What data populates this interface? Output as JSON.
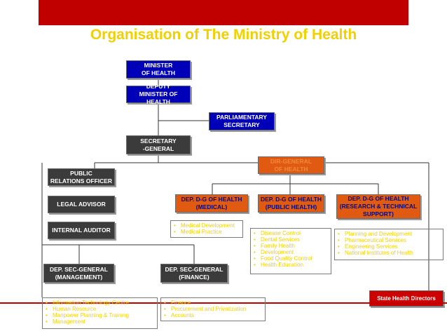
{
  "title": "Organisation of The Ministry of Health",
  "colors": {
    "banner": "#c00000",
    "title": "#f2d000",
    "blue_box": "#0000b8",
    "orange_box": "#e05a12",
    "gray_box": "#3b3b3b",
    "red_box": "#cc0000"
  },
  "boxes": {
    "minister": "MINISTER\nOF HEALTH",
    "deputy_minister": "DEPUTY\nMINISTER OF HEALTH",
    "parliamentary_secretary": "PARLIAMENTARY\nSECRETARY",
    "secretary_general": "SECRETARY\n-GENERAL",
    "dg_health": "DIR-GENERAL\nOF HEALTH",
    "public_relations": "PUBLIC\nRELATIONS OFFICER",
    "legal_advisor": "LEGAL ADVISOR",
    "internal_auditor": "INTERNAL AUDITOR",
    "ddg_medical": "DEP. D-G OF HEALTH\n(MEDICAL)",
    "ddg_public_health": "DEP. D-G OF HEALTH\n(PUBLIC HEALTH)",
    "ddg_research": "DEP. D-G OF HEALTH\n(RESEARCH & TECHNICAL\nSUPPORT)",
    "dsg_management": "DEP. SEC-GENERAL\n(MANAGEMENT)",
    "dsg_finance": "DEP. SEC-GENERAL\n(FINANCE)",
    "state_health_directors": "State Health Directors"
  },
  "lists": {
    "medical": [
      "Medical Development",
      "Medical Practice"
    ],
    "public_health": [
      "Disease Control",
      "Dental Services",
      "Family Health",
      "Development",
      "Food Quality Control",
      "Health Education"
    ],
    "research": [
      "Planning and Development",
      "Pharmaceutical Services",
      "Engineering Services",
      "National Institutes of Health"
    ],
    "management": [
      "Information Technology Centre",
      "Human Resource",
      "Manpower Planning & Training",
      "Management"
    ],
    "finance": [
      "Finance",
      "Procurement and Privatization",
      "Accounts"
    ]
  }
}
